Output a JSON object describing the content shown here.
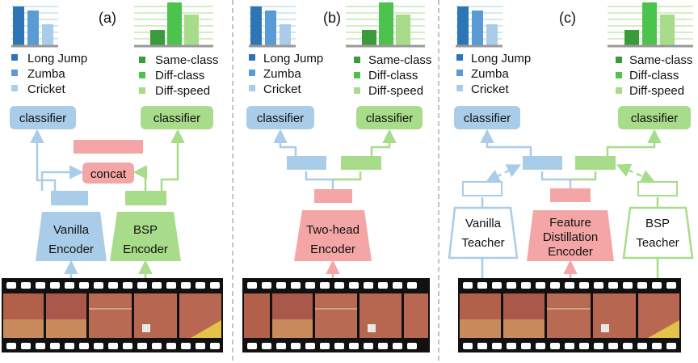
{
  "panels": [
    {
      "label": "(a)",
      "legend_left": [
        "Long Jump",
        "Zumba",
        "Cricket"
      ],
      "legend_right": [
        "Same-class",
        "Diff-class",
        "Diff-speed"
      ],
      "classifier_left": "classifier",
      "classifier_right": "classifier",
      "concat": "concat",
      "encoder_left": [
        "Vanilla",
        "Encoder"
      ],
      "encoder_right": [
        "BSP",
        "Encoder"
      ]
    },
    {
      "label": "(b)",
      "legend_left": [
        "Long Jump",
        "Zumba",
        "Cricket"
      ],
      "legend_right": [
        "Same-class",
        "Diff-class",
        "Diff-speed"
      ],
      "classifier_left": "classifier",
      "classifier_right": "classifier",
      "encoder_center": [
        "Two-head",
        "Encoder"
      ]
    },
    {
      "label": "(c)",
      "legend_left": [
        "Long Jump",
        "Zumba",
        "Cricket"
      ],
      "legend_right": [
        "Same-class",
        "Diff-class",
        "Diff-speed"
      ],
      "classifier_left": "classifier",
      "classifier_right": "classifier",
      "teacher_left": [
        "Vanilla",
        "Teacher"
      ],
      "encoder_center": [
        "Feature",
        "Distillation",
        "Encoder"
      ],
      "teacher_right": [
        "BSP",
        "Teacher"
      ]
    }
  ],
  "colors": {
    "blue_dark": "#2e75b6",
    "blue_mid": "#5b9bd5",
    "blue_light": "#a9cde9",
    "green_dark": "#3a9b3a",
    "green_mid": "#4cc34c",
    "green_light": "#a8dc8a",
    "pink": "#f4a6a6",
    "teal_line": "#a7d3e6"
  },
  "mini_charts": {
    "action_classes": [
      3,
      2.8,
      1.6
    ],
    "pair_types": [
      1.1,
      3,
      2.2
    ]
  }
}
